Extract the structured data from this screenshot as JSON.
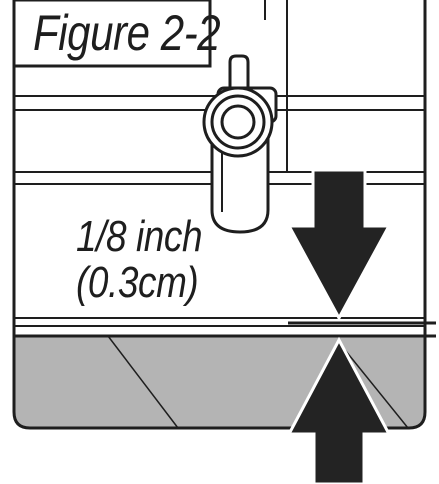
{
  "figure": {
    "title": "Figure 2-2"
  },
  "measurement": {
    "line1": "1/8 inch",
    "line2": "(0.3cm)"
  },
  "colors": {
    "outline": "#1e1e1e",
    "tray_fill": "#b4b4b4",
    "arrow_fill": "#232323",
    "background": "#ffffff"
  },
  "icons": {
    "dispenser": "spigot-icon",
    "down_arrow": "arrow-down-icon",
    "up_arrow": "arrow-up-icon"
  }
}
